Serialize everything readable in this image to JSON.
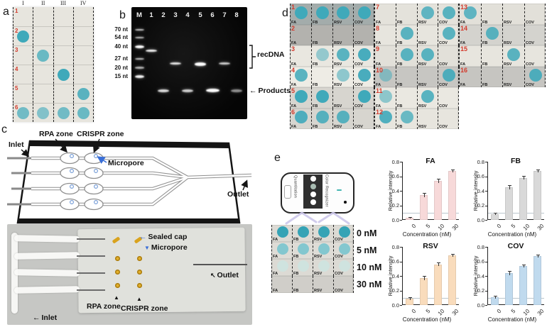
{
  "figure": {
    "panel_labels": {
      "a": "a",
      "b": "b",
      "c": "c",
      "d": "d",
      "e": "e"
    }
  },
  "colors": {
    "dot_teal": "#3fa9ba",
    "red_number": "#d43a2c",
    "beam": "#ccc6ea",
    "threshold_line": "#b7c3ca",
    "micropore_blue": "#4472c4",
    "arrow_blue": "#3a6fd8",
    "gel_background": "#0c0c0c",
    "strip_background": "#e7e5de"
  },
  "panel_a": {
    "column_headers": [
      "I",
      "II",
      "III",
      "IV"
    ],
    "rows": [
      {
        "num": "1",
        "dots": [
          0,
          0,
          0,
          0
        ]
      },
      {
        "num": "2",
        "dots": [
          1,
          0,
          0,
          0
        ]
      },
      {
        "num": "3",
        "dots": [
          0,
          0.75,
          0,
          0
        ]
      },
      {
        "num": "4",
        "dots": [
          0,
          0,
          1,
          0
        ]
      },
      {
        "num": "5",
        "dots": [
          0,
          0,
          0,
          0.85
        ]
      },
      {
        "num": "6",
        "dots": [
          0.7,
          0.6,
          0.7,
          0.75
        ]
      }
    ]
  },
  "panel_b": {
    "lane_labels": [
      "M",
      "1",
      "2",
      "3",
      "4",
      "5",
      "6",
      "7",
      "8"
    ],
    "marker_labels": [
      "70 nt",
      "54 nt",
      "40 nt",
      "27 nt",
      "20 nt",
      "15 nt"
    ],
    "marker_nts": [
      70,
      54,
      40,
      27,
      20,
      15
    ],
    "marker_bands": [
      {
        "nt": 70,
        "o": 0.8
      },
      {
        "nt": 54,
        "o": 0.75
      },
      {
        "nt": 40,
        "o": 1,
        "h": 4
      },
      {
        "nt": 27,
        "o": 0.8
      },
      {
        "nt": 20,
        "o": 0.7
      },
      {
        "nt": 15,
        "o": 0.95,
        "h": 4
      }
    ],
    "recdna_bands": [
      {
        "lane": "1",
        "nt": 35,
        "o": 0.95
      },
      {
        "lane": "3",
        "nt": 23,
        "o": 0.9
      },
      {
        "lane": "5",
        "nt": 22.5,
        "o": 1,
        "h": 4.5
      },
      {
        "lane": "7",
        "nt": 23,
        "o": 0.8
      }
    ],
    "product_bands": [
      {
        "lane": "2",
        "o": 0.85
      },
      {
        "lane": "4",
        "o": 0.8
      },
      {
        "lane": "6",
        "o": 1,
        "w": 19,
        "h": 5
      },
      {
        "lane": "8",
        "o": 0.55
      }
    ],
    "product_nt": 9.5,
    "recdna_label": "recDNA",
    "products_label": "Products",
    "products_arrow": "←"
  },
  "panel_c": {
    "schematic": {
      "inlet": "Inlet",
      "rpa_zone": "RPA zone",
      "crispr_zone": "CRISPR zone",
      "micropore": "Micropore",
      "outlet": "Outlet"
    },
    "photo": {
      "sealed_cap": "Sealed cap",
      "micropore": "Micropore",
      "outlet": "Outlet",
      "rpa_zone": "RPA zone",
      "crispr_zone": "CRISPR zone",
      "inlet": "Inlet"
    },
    "arrows": {
      "left": "←",
      "down": "▼",
      "up": "▲",
      "up_left": "↖"
    }
  },
  "panel_d": {
    "position_labels": [
      "FA",
      "FB",
      "RSV",
      "COV"
    ],
    "columns": [
      {
        "strips": [
          {
            "num": "1",
            "dots": [
              1,
              1,
              1,
              1
            ],
            "bg": "#a3acab"
          },
          {
            "num": "2",
            "dots": [
              0,
              0,
              0,
              0
            ],
            "bg": "#b3b2ae"
          },
          {
            "num": "3",
            "dots": [
              0,
              0.5,
              0.85,
              0.95
            ],
            "bg": "#e9e7e0"
          },
          {
            "num": "4",
            "dots": [
              0.85,
              0,
              0.55,
              0.95
            ],
            "bg": "#eeece5"
          },
          {
            "num": "5",
            "dots": [
              1,
              1,
              0,
              1
            ],
            "bg": "#d7d5cf"
          },
          {
            "num": "6",
            "dots": [
              0.9,
              0.85,
              0.85,
              0
            ],
            "bg": "#d7d5cf"
          }
        ]
      },
      {
        "strips": [
          {
            "num": "7",
            "dots": [
              0,
              0,
              0.8,
              0.85
            ],
            "bg": "#e4e2db"
          },
          {
            "num": "8",
            "dots": [
              0,
              0.85,
              0,
              0.85
            ],
            "bg": "#e7e5de"
          },
          {
            "num": "9",
            "dots": [
              0,
              0.85,
              0.85,
              0
            ],
            "bg": "#e2e0d9"
          },
          {
            "num": "10",
            "dots": [
              0.5,
              0,
              0,
              0.9
            ],
            "bg": "#c7c6c2"
          },
          {
            "num": "11",
            "dots": [
              0.55,
              0,
              0.85,
              0
            ],
            "bg": "#eae8e1"
          },
          {
            "num": "12",
            "dots": [
              0.9,
              0.75,
              0,
              0
            ],
            "bg": "#e7e5de"
          }
        ]
      },
      {
        "strips": [
          {
            "num": "13",
            "dots": [
              0.8,
              0,
              0,
              0
            ],
            "bg": "#e2e0d9"
          },
          {
            "num": "14",
            "dots": [
              0,
              0.85,
              0,
              0
            ],
            "bg": "#d4d3ce"
          },
          {
            "num": "15",
            "dots": [
              0,
              0,
              0.85,
              0
            ],
            "bg": "#e7e5de"
          },
          {
            "num": "16",
            "dots": [
              0,
              0,
              0,
              0.9
            ],
            "bg": "#c6c5c1"
          }
        ]
      }
    ]
  },
  "panel_e": {
    "phone": {
      "left_text": "Quantitation",
      "right_text": "Color Recognizer",
      "screen_dot_colors": [
        "#ffffff",
        "#a9bcb2",
        "#ffffff",
        "#ffffff"
      ]
    },
    "position_labels": [
      "FA",
      "FB",
      "RSV",
      "COV"
    ],
    "rows": [
      {
        "label": "0 nM",
        "dot_color": "#35a3b5",
        "dots": [
          1,
          1,
          1,
          1
        ],
        "bg": "#dcdad4"
      },
      {
        "label": "5 nM",
        "dot_color": "#83c7cf",
        "dots": [
          1,
          1,
          1,
          1
        ],
        "bg": "#dedcd6"
      },
      {
        "label": "10 nM",
        "dot_color": "#cfe3df",
        "dots": [
          1,
          1,
          1,
          1
        ],
        "bg": "#dcdad4"
      },
      {
        "label": "30 nM",
        "dot_color": "#d0cec9",
        "dots": [
          0,
          0,
          0,
          0
        ],
        "bg": "#d0cec9"
      }
    ]
  },
  "chart_data": [
    {
      "type": "bar",
      "title": "FA",
      "categories": [
        "0",
        "5",
        "10",
        "30"
      ],
      "values": [
        0.03,
        0.34,
        0.54,
        0.67
      ],
      "errors": [
        0.012,
        0.03,
        0.028,
        0.02
      ],
      "xlabel": "Concentration (nM)",
      "ylabel": "Relative intensity",
      "ylim": [
        0,
        0.8
      ],
      "yticks": [
        "0.0",
        "0.2",
        "0.4",
        "0.6",
        "0.8"
      ],
      "threshold": 0.1,
      "grid": false,
      "legend": false,
      "bar_color": "#f7d9d9"
    },
    {
      "type": "bar",
      "title": "FB",
      "categories": [
        "0",
        "5",
        "10",
        "30"
      ],
      "values": [
        0.08,
        0.45,
        0.58,
        0.67
      ],
      "errors": [
        0.015,
        0.03,
        0.028,
        0.018
      ],
      "xlabel": "Concentration (nM)",
      "ylabel": "Relative intensity",
      "ylim": [
        0,
        0.8
      ],
      "yticks": [
        "0.0",
        "0.2",
        "0.4",
        "0.6",
        "0.8"
      ],
      "threshold": 0.1,
      "grid": false,
      "legend": false,
      "bar_color": "#d9d9d9"
    },
    {
      "type": "bar",
      "title": "RSV",
      "categories": [
        "0",
        "5",
        "10",
        "30"
      ],
      "values": [
        0.09,
        0.37,
        0.56,
        0.68
      ],
      "errors": [
        0.02,
        0.028,
        0.022,
        0.018
      ],
      "xlabel": "Concentration (nM)",
      "ylabel": "Relative intensity",
      "ylim": [
        0,
        0.8
      ],
      "yticks": [
        "0.0",
        "0.2",
        "0.4",
        "0.6",
        "0.8"
      ],
      "threshold": 0.1,
      "grid": false,
      "legend": false,
      "bar_color": "#f9dcbc"
    },
    {
      "type": "bar",
      "title": "COV",
      "categories": [
        "0",
        "5",
        "10",
        "30"
      ],
      "values": [
        0.11,
        0.44,
        0.54,
        0.67
      ],
      "errors": [
        0.02,
        0.028,
        0.02,
        0.018
      ],
      "xlabel": "Concentration (nM)",
      "ylabel": "Relative intensity",
      "ylim": [
        0,
        0.8
      ],
      "yticks": [
        "0.0",
        "0.2",
        "0.4",
        "0.6",
        "0.8"
      ],
      "threshold": 0.1,
      "grid": false,
      "legend": false,
      "bar_color": "#c0daee"
    }
  ]
}
